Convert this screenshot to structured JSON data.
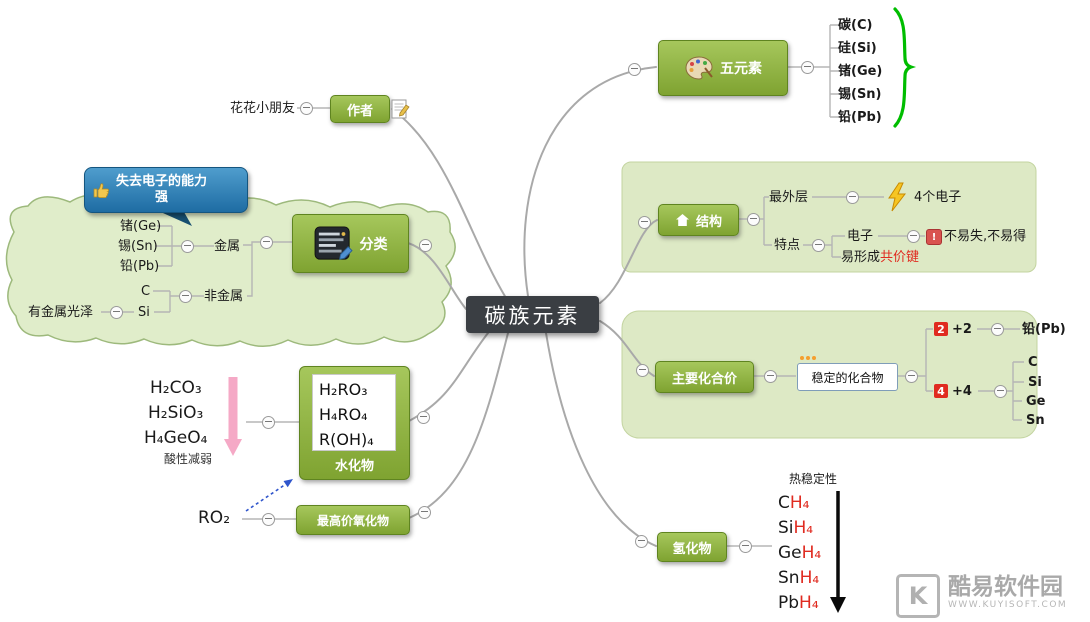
{
  "central": {
    "title": "碳族元素"
  },
  "author": {
    "label": "作者",
    "name": "花花小朋友"
  },
  "five_elements": {
    "label": "五元素",
    "items": [
      "碳(C)",
      "硅(Si)",
      "锗(Ge)",
      "锡(Sn)",
      "铅(Pb)"
    ]
  },
  "classification": {
    "label": "分类",
    "callout": {
      "line1": "失去电子的能力",
      "line2": "强"
    },
    "metal": {
      "label": "金属",
      "items": [
        "锗(Ge)",
        "锡(Sn)",
        "铅(Pb)"
      ]
    },
    "nonmetal": {
      "label": "非金属",
      "items": [
        "C",
        "Si"
      ],
      "note": "有金属光泽"
    }
  },
  "structure": {
    "label": "结构",
    "outermost": {
      "label": "最外层",
      "value": "4个电子"
    },
    "feature": {
      "label": "特点",
      "electron": {
        "label": "电子",
        "value": "不易失,不易得"
      },
      "bond": {
        "prefix": "易形成",
        "highlight": "共价键"
      }
    }
  },
  "valence": {
    "label": "主要化合价",
    "stable": "稳定的化合物",
    "plus2": {
      "badge": "2",
      "value": "+2",
      "element": "铅(Pb)"
    },
    "plus4": {
      "badge": "4",
      "value": "+4",
      "elements": [
        "C",
        "Si",
        "Ge",
        "Sn"
      ]
    }
  },
  "hydrate": {
    "label": "水化物",
    "general": [
      "H₂RO₃",
      "H₄RO₄",
      "R(OH)₄"
    ],
    "acids": [
      "H₂CO₃",
      "H₂SiO₃",
      "H₄GeO₄"
    ],
    "trend": "酸性减弱"
  },
  "oxide": {
    "label": "最高价氧化物",
    "formula": "RO₂"
  },
  "hydride": {
    "label": "氢化物",
    "trend": "热稳定性",
    "items": [
      {
        "base": "C",
        "sub": "H₄"
      },
      {
        "base": "Si",
        "sub": "H₄"
      },
      {
        "base": "Ge",
        "sub": "H₄"
      },
      {
        "base": "Sn",
        "sub": "H₄"
      },
      {
        "base": "Pb",
        "sub": "H₄"
      }
    ]
  },
  "watermark": {
    "logo": "K",
    "title": "酷易软件园",
    "url": "WWW.KUYISOFT.COM"
  },
  "icons": {
    "five_elements": "palette-icon",
    "author": "memo-icon",
    "classification": "mixer-panel-icon",
    "callout": "thumbs-up-icon",
    "structure": "home-icon",
    "outermost": "lightning-icon",
    "electron": "alert-icon",
    "stable": "notes-dots-icon",
    "connector": "collapse-minus-icon"
  },
  "colors": {
    "node_green": "#8aae3b",
    "boundary_green": "#dfeac7",
    "highlight_red": "#e02b20",
    "callout_blue": "#2e7cb8",
    "brace_green": "#00bd00",
    "arrow_pink": "#f5a9c6",
    "arrow_blue": "#2f55cc"
  }
}
